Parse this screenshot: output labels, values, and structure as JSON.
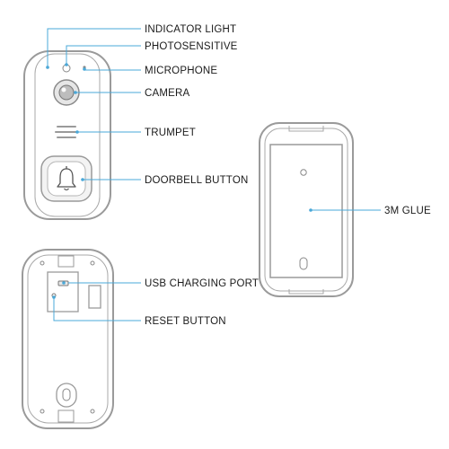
{
  "labels": {
    "indicator_light": "INDICATOR LIGHT",
    "photosensitive": "PHOTOSENSITIVE",
    "microphone": "MICROPHONE",
    "camera": "CAMERA",
    "trumpet": "TRUMPET",
    "doorbell_button": "DOORBELL BUTTON",
    "glue": "3M GLUE",
    "usb_port": "USB CHARGING PORT",
    "reset_button": "RESET BUTTON"
  },
  "colors": {
    "leader_line": "#4aa8d8",
    "outline": "#9a9a9a"
  }
}
